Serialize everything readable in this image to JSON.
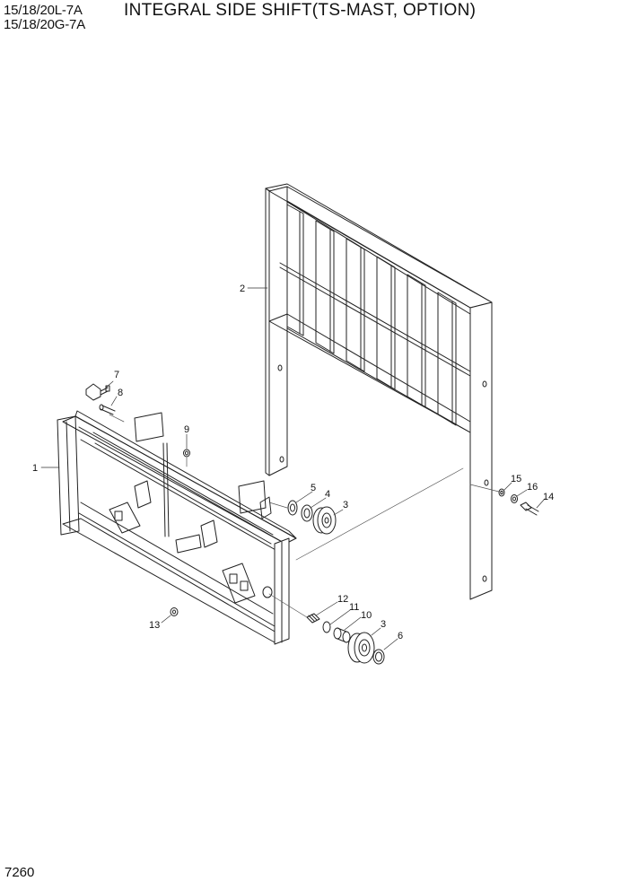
{
  "header": {
    "model_line1": "15/18/20L-7A",
    "model_line2": "15/18/20G-7A",
    "title": "INTEGRAL SIDE SHIFT(TS-MAST, OPTION)"
  },
  "footer": {
    "page_number": "7260"
  },
  "callouts": {
    "c1": "1",
    "c2": "2",
    "c3a": "3",
    "c3b": "3",
    "c4": "4",
    "c5": "5",
    "c6": "6",
    "c7": "7",
    "c8": "8",
    "c9": "9",
    "c10": "10",
    "c11": "11",
    "c12": "12",
    "c13": "13",
    "c14": "14",
    "c15": "15",
    "c16": "16"
  }
}
